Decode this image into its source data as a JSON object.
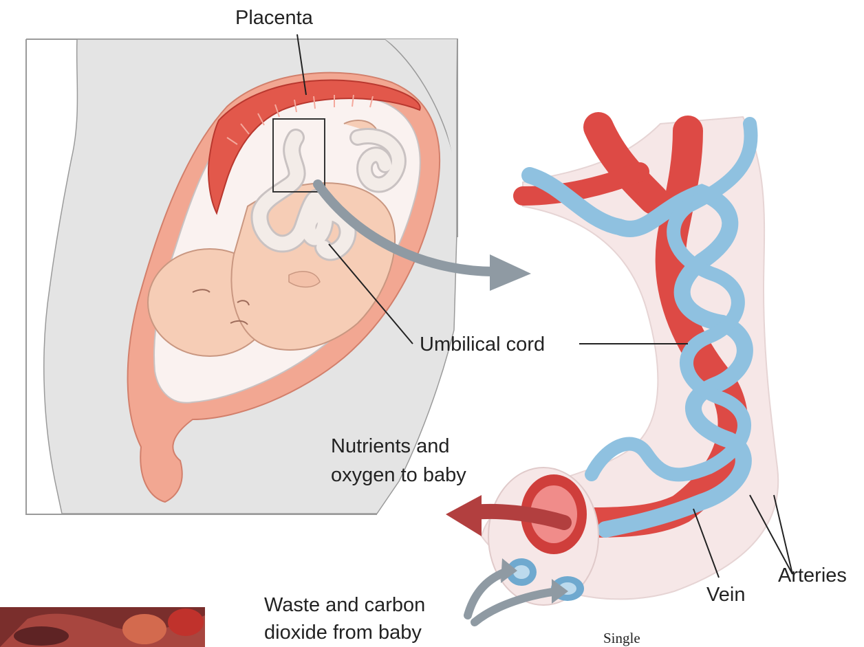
{
  "diagram": {
    "labels": {
      "placenta": "Placenta",
      "umbilical_cord": "Umbilical cord",
      "nutrients_line1": "Nutrients and",
      "nutrients_line2": "oxygen to baby",
      "vein": "Vein",
      "arteries": "Arteries",
      "waste_line1": "Waste and carbon",
      "waste_line2": "dioxide from baby",
      "single": "Single"
    },
    "colors": {
      "abdomen": "#e4e4e4",
      "uterus": "#f2a792",
      "placenta": "#e2584b",
      "skin": "#f6cdb6",
      "cord": "#f3ece8",
      "vein": "#dd4a45",
      "artery": "#8fc1e0",
      "arrow_gray": "#8f9aa3",
      "arrow_red": "#b23f3f"
    }
  }
}
